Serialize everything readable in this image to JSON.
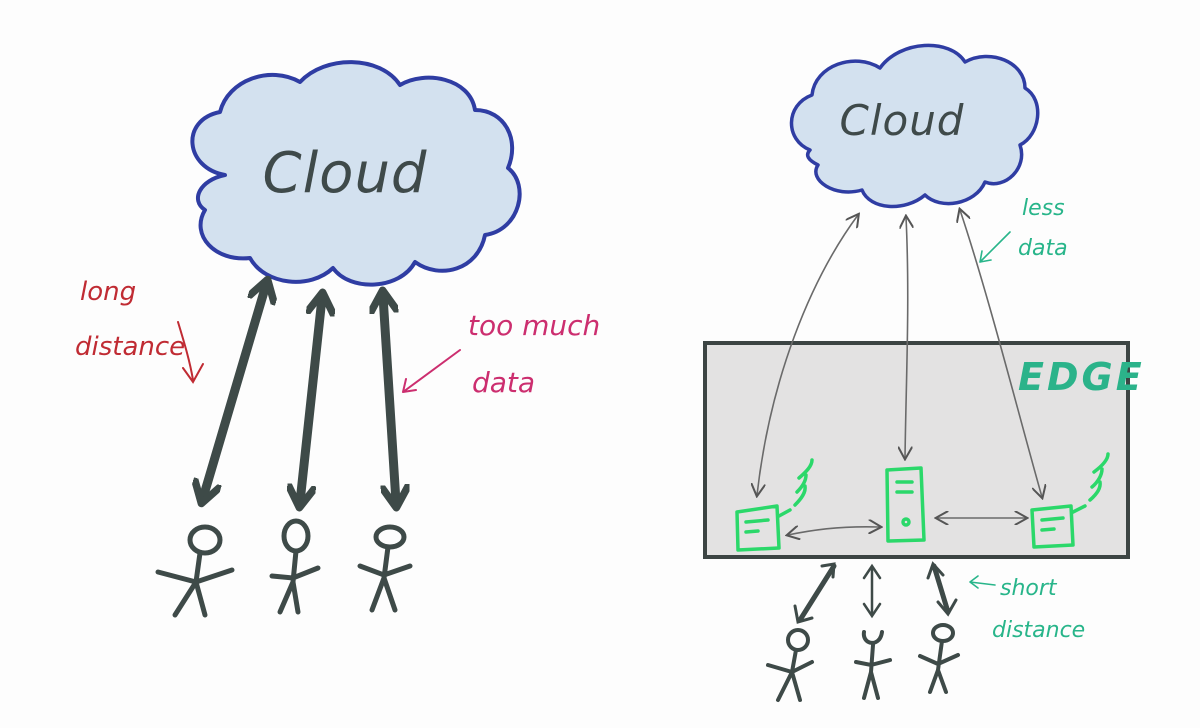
{
  "left_panel": {
    "cloud_label": "Cloud",
    "note_long_distance": [
      "long",
      "distance"
    ],
    "note_too_much_data": [
      "too much",
      "data"
    ]
  },
  "right_panel": {
    "cloud_label": "Cloud",
    "note_less_data": [
      "less",
      "data"
    ],
    "edge_label": "EDGE",
    "note_short_distance": [
      "short",
      "distance"
    ]
  },
  "colors": {
    "cloud_fill": "#d3e1ef",
    "cloud_stroke": "#2f3da3",
    "heavy_arrow": "#3e4a48",
    "edge_box_fill": "#e3e2e2",
    "edge_box_stroke": "#3c4443",
    "device_green": "#2bd86a",
    "note_red": "#c02b33",
    "note_pink": "#cc2e6f",
    "note_green": "#28b58a"
  }
}
